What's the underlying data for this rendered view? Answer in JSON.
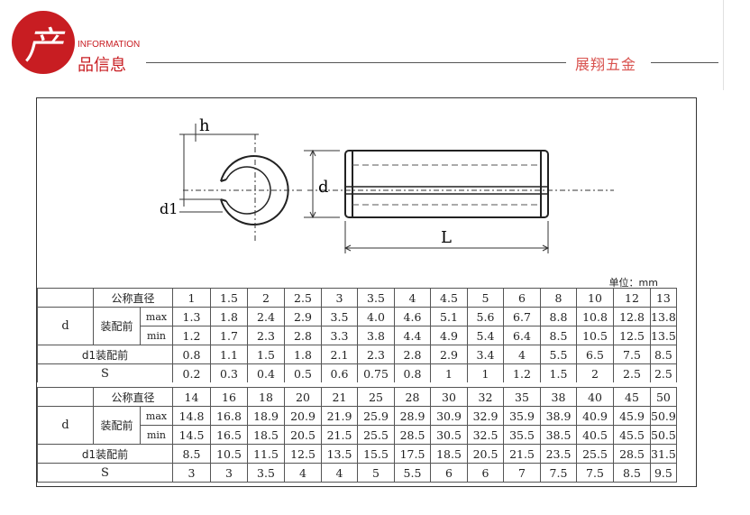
{
  "header": {
    "logo_char": "产",
    "info_en": "INFORMATION",
    "info_cn": "品信息",
    "brand": "展翔五金"
  },
  "drawing": {
    "label_h": "h",
    "label_d1": "d1",
    "label_d": "d",
    "label_L": "L"
  },
  "unit": "单位：mm",
  "table1": {
    "header_label": "公称直径",
    "d_label": "d",
    "assembly_label": "装配前",
    "max_label": "max",
    "min_label": "min",
    "d1_label": "d1装配前",
    "s_label": "S",
    "nominal": [
      "1",
      "1.5",
      "2",
      "2.5",
      "3",
      "3.5",
      "4",
      "4.5",
      "5",
      "6",
      "8",
      "10",
      "12",
      "13"
    ],
    "max": [
      "1.3",
      "1.8",
      "2.4",
      "2.9",
      "3.5",
      "4.0",
      "4.6",
      "5.1",
      "5.6",
      "6.7",
      "8.8",
      "10.8",
      "12.8",
      "13.8"
    ],
    "min": [
      "1.2",
      "1.7",
      "2.3",
      "2.8",
      "3.3",
      "3.8",
      "4.4",
      "4.9",
      "5.4",
      "6.4",
      "8.5",
      "10.5",
      "12.5",
      "13.5"
    ],
    "d1": [
      "0.8",
      "1.1",
      "1.5",
      "1.8",
      "2.1",
      "2.3",
      "2.8",
      "2.9",
      "3.4",
      "4",
      "5.5",
      "6.5",
      "7.5",
      "8.5"
    ],
    "s": [
      "0.2",
      "0.3",
      "0.4",
      "0.5",
      "0.6",
      "0.75",
      "0.8",
      "1",
      "1",
      "1.2",
      "1.5",
      "2",
      "2.5",
      "2.5"
    ]
  },
  "table2": {
    "header_label": "公称直径",
    "d_label": "d",
    "assembly_label": "装配前",
    "max_label": "max",
    "min_label": "min",
    "d1_label": "d1装配前",
    "s_label": "S",
    "nominal": [
      "14",
      "16",
      "18",
      "20",
      "21",
      "25",
      "28",
      "30",
      "32",
      "35",
      "38",
      "40",
      "45",
      "50"
    ],
    "max": [
      "14.8",
      "16.8",
      "18.9",
      "20.9",
      "21.9",
      "25.9",
      "28.9",
      "30.9",
      "32.9",
      "35.9",
      "38.9",
      "40.9",
      "45.9",
      "50.9"
    ],
    "min": [
      "14.5",
      "16.5",
      "18.5",
      "20.5",
      "21.5",
      "25.5",
      "28.5",
      "30.5",
      "32.5",
      "35.5",
      "38.5",
      "40.5",
      "45.5",
      "50.5"
    ],
    "d1": [
      "8.5",
      "10.5",
      "11.5",
      "12.5",
      "13.5",
      "15.5",
      "17.5",
      "18.5",
      "20.5",
      "21.5",
      "23.5",
      "25.5",
      "28.5",
      "31.5"
    ],
    "s": [
      "3",
      "3",
      "3.5",
      "4",
      "4",
      "5",
      "5.5",
      "6",
      "6",
      "7",
      "7.5",
      "7.5",
      "8.5",
      "9.5"
    ]
  }
}
